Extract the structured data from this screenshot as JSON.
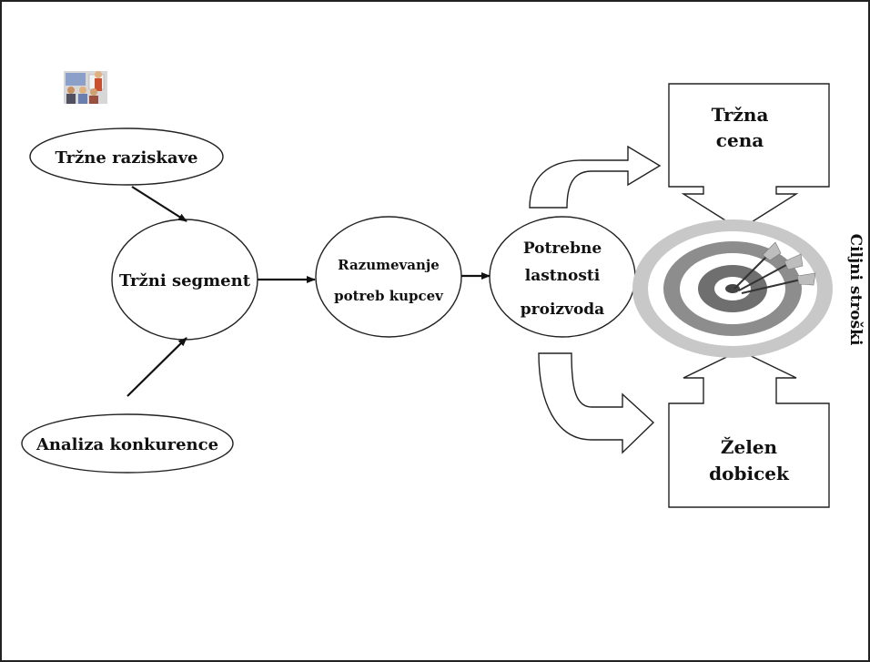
{
  "nodes": {
    "trzne_raziskave": "Tržne raziskave",
    "analiza_konkurence": "Analiza konkurence",
    "trzni_segment": "Tržni segment",
    "razumevanje_line1": "Razumevanje",
    "razumevanje_line2": "potreb kupcev",
    "potrebne_line1": "Potrebne",
    "potrebne_line2": "lastnosti",
    "potrebne_line3": "proizvoda",
    "trzna_cena_line1": "Tržna",
    "trzna_cena_line2": "cena",
    "zelen_dobicek_line1": "Želen",
    "zelen_dobicek_line2": "dobicek"
  },
  "side_label": "Ciljni stroški",
  "icons": {
    "meeting": "meeting-clipart-icon",
    "target": "target-with-darts-icon"
  },
  "colors": {
    "ring_outer": "#c8c8c8",
    "ring_dark": "#6f6f6f",
    "ring_white": "#ffffff",
    "stroke": "#222222"
  }
}
